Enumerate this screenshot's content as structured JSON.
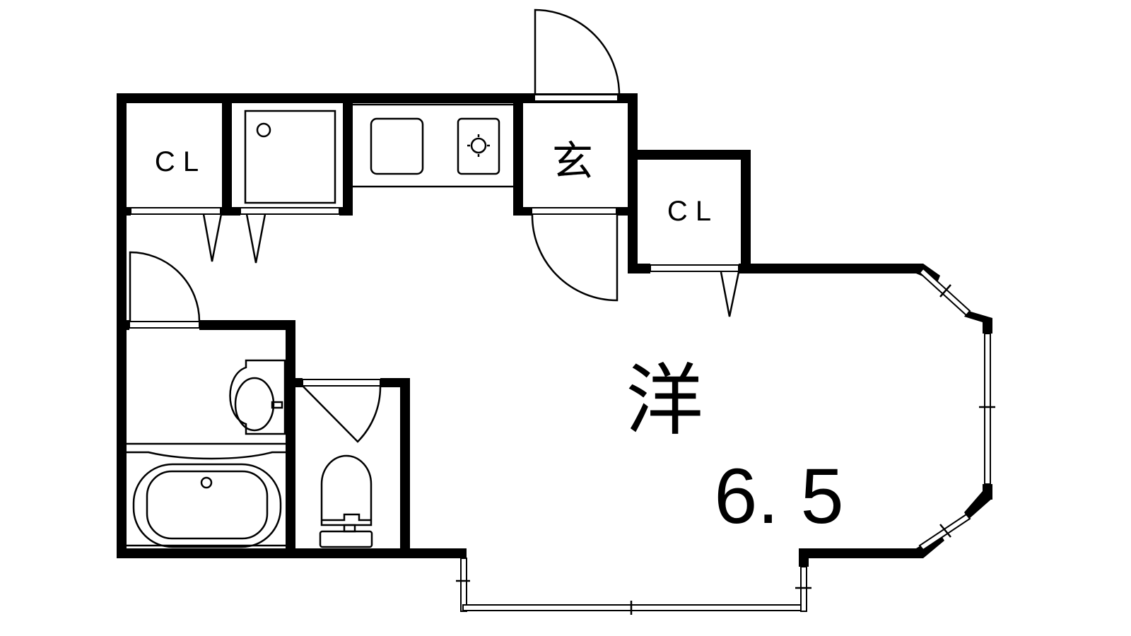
{
  "floorplan": {
    "rooms": {
      "closet_left": "C L",
      "entrance": "玄",
      "closet_right": "C L",
      "western_room": "洋",
      "western_room_size": "6. 5"
    },
    "colors": {
      "wall": "#000000",
      "background": "#ffffff"
    }
  }
}
